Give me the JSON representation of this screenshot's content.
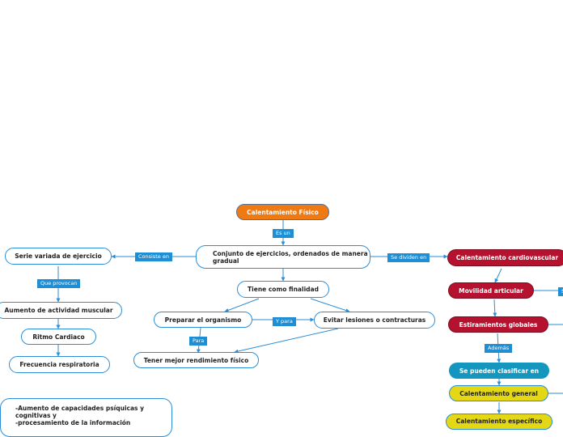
{
  "nodes": {
    "root": "Calentamiento Físico",
    "conjunto": "Conjunto de ejercicios, ordenados de manera gradual",
    "finalidad": "Tiene como finalidad",
    "preparar": "Preparar el organismo",
    "evitar": "Evitar lesiones o contracturas",
    "mejor": "Tener mejor rendimiento físico",
    "serie": "Serie variada de ejercicio",
    "aumento": "Aumento de actividad muscular",
    "ritmo": "Ritmo Cardiaco",
    "frecuencia": "Frecuencia respiratoria",
    "capacidades": "-Aumento de capacidades psíquicas y cognitivas y\n-procesamiento de la información",
    "cardio": "Calentamiento cardiovascular",
    "movilidad": "Movilidad articular",
    "estiramientos": "Estiramientos globales",
    "clasificar": "Se pueden clasificar en",
    "general": "Calentamiento general",
    "especifico": "Calentamiento específico"
  },
  "labels": {
    "es_un": "Es un",
    "consiste_en": "Consiste en",
    "se_dividen_en": "Se dividen en",
    "que_provocan": "Que provocan",
    "y_para": "Y para",
    "para": "Para",
    "ademas": "Además",
    "s": "S"
  },
  "colors": {
    "line": "#2b8ed6",
    "orange": "#ef7a14",
    "red": "#b5122f",
    "teal": "#1497bf",
    "yellow": "#e4d816",
    "label_bg": "#1e8fd5"
  }
}
